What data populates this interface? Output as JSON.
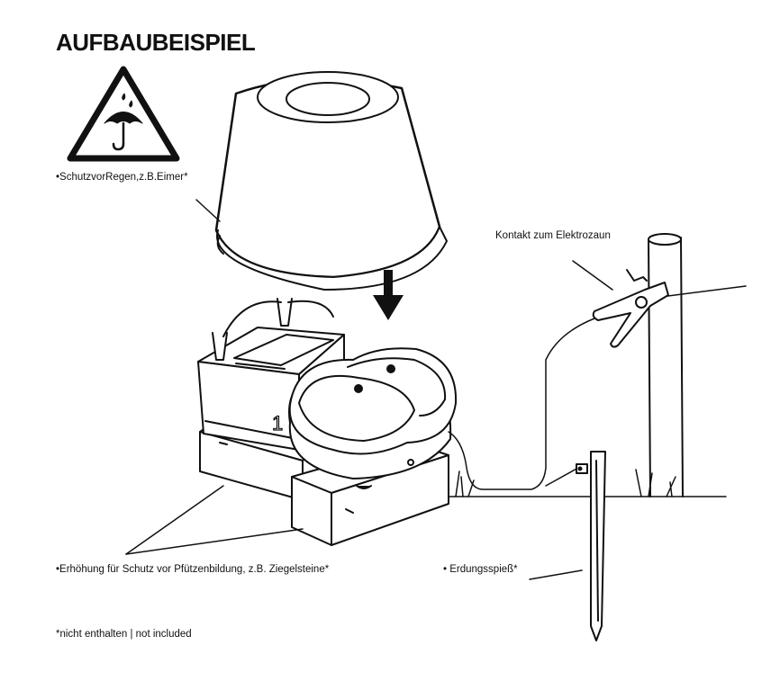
{
  "title": "AUFBAUBEISPIEL",
  "labels": {
    "rain_protection": "•SchutzvorRegen,z.B.Eimer*",
    "fence_contact": "Kontakt zum Elektrozaun",
    "elevation": "•Erhöhung für Schutz vor Pfützenbildung, z.B. Ziegelsteine*",
    "ground_stake": "•  Erdungsspieß*",
    "footnote": "*nicht enthalten  |  not included"
  },
  "icons": {
    "warning": "keep-dry-umbrella-icon",
    "arrow": "arrow-down-icon"
  }
}
